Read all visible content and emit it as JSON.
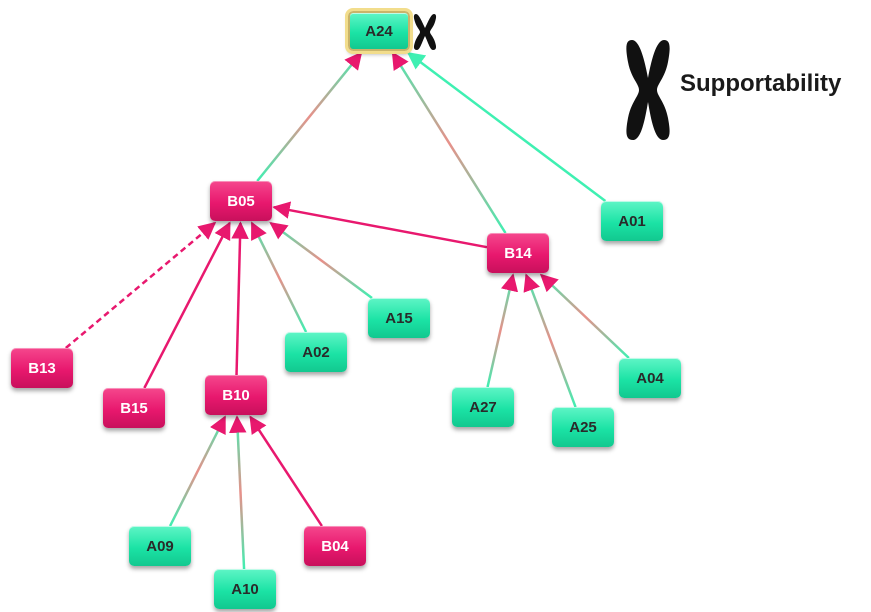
{
  "legend": {
    "label": "Supportability"
  },
  "colors": {
    "a_node": "#1be3a5",
    "b_node": "#e8186e",
    "root_border": "#f2dd8c"
  },
  "nodes": [
    {
      "id": "A24",
      "kind": "a",
      "root": true
    },
    {
      "id": "B05",
      "kind": "b"
    },
    {
      "id": "B14",
      "kind": "b"
    },
    {
      "id": "A01",
      "kind": "a"
    },
    {
      "id": "B13",
      "kind": "b"
    },
    {
      "id": "B15",
      "kind": "b"
    },
    {
      "id": "B10",
      "kind": "b"
    },
    {
      "id": "A02",
      "kind": "a"
    },
    {
      "id": "A15",
      "kind": "a"
    },
    {
      "id": "A27",
      "kind": "a"
    },
    {
      "id": "A25",
      "kind": "a"
    },
    {
      "id": "A04",
      "kind": "a"
    },
    {
      "id": "A09",
      "kind": "a"
    },
    {
      "id": "A10",
      "kind": "a"
    },
    {
      "id": "B04",
      "kind": "b"
    }
  ],
  "edges": [
    {
      "from": "B05",
      "to": "A24",
      "style": "mixed"
    },
    {
      "from": "B14",
      "to": "A24",
      "style": "mixed"
    },
    {
      "from": "A01",
      "to": "A24",
      "style": "green"
    },
    {
      "from": "B14",
      "to": "B05",
      "style": "red"
    },
    {
      "from": "B13",
      "to": "B05",
      "style": "red-dashed"
    },
    {
      "from": "B15",
      "to": "B05",
      "style": "red"
    },
    {
      "from": "B10",
      "to": "B05",
      "style": "red"
    },
    {
      "from": "A02",
      "to": "B05",
      "style": "mixed"
    },
    {
      "from": "A15",
      "to": "B05",
      "style": "mixed"
    },
    {
      "from": "A27",
      "to": "B14",
      "style": "mixed"
    },
    {
      "from": "A25",
      "to": "B14",
      "style": "mixed"
    },
    {
      "from": "A04",
      "to": "B14",
      "style": "mixed"
    },
    {
      "from": "A09",
      "to": "B10",
      "style": "mixed"
    },
    {
      "from": "A10",
      "to": "B10",
      "style": "mixed"
    },
    {
      "from": "B04",
      "to": "B10",
      "style": "red"
    }
  ]
}
